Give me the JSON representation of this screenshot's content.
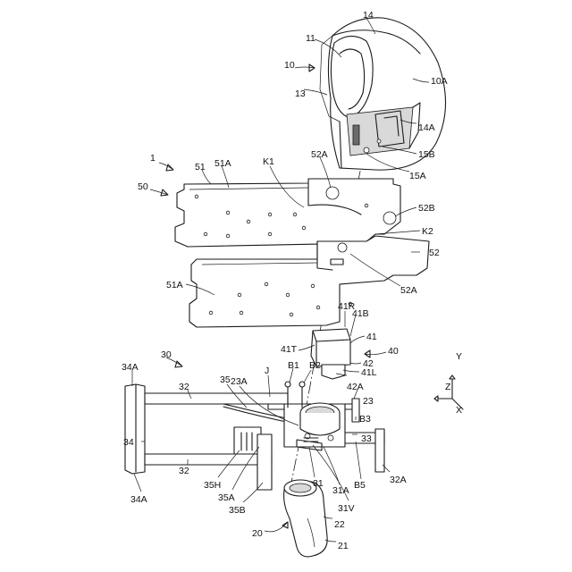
{
  "labels": {
    "l14": "14",
    "l11": "11",
    "l10": "10",
    "l13": "13",
    "l10A": "10A",
    "l14A": "14A",
    "l15B": "15B",
    "l15A": "15A",
    "l1": "1",
    "l51": "51",
    "l51A_top": "51A",
    "l50": "50",
    "lK1": "K1",
    "l52A_top": "52A",
    "l52B": "52B",
    "lK2": "K2",
    "l52": "52",
    "l51A_bot": "51A",
    "l52A_bot": "52A",
    "l41R": "41R",
    "l41B": "41B",
    "l41": "41",
    "l40": "40",
    "l41T": "41T",
    "l42": "42",
    "l41L": "41L",
    "l42A": "42A",
    "lB1": "B1",
    "lB2": "B2",
    "lJ": "J",
    "l23A": "23A",
    "l35": "35",
    "l32_top": "32",
    "l30": "30",
    "l34A_top": "34A",
    "l34": "34",
    "l34A_bot": "34A",
    "l32_bot": "32",
    "l35H": "35H",
    "l35A": "35A",
    "l35B": "35B",
    "l23": "23",
    "lB3": "B3",
    "l33": "33",
    "l32A": "32A",
    "lB5": "B5",
    "l31A": "31A",
    "l31V": "31V",
    "l31": "31",
    "l20": "20",
    "l22": "22",
    "l21": "21",
    "axX": "X",
    "axY": "Y",
    "axZ": "Z"
  }
}
